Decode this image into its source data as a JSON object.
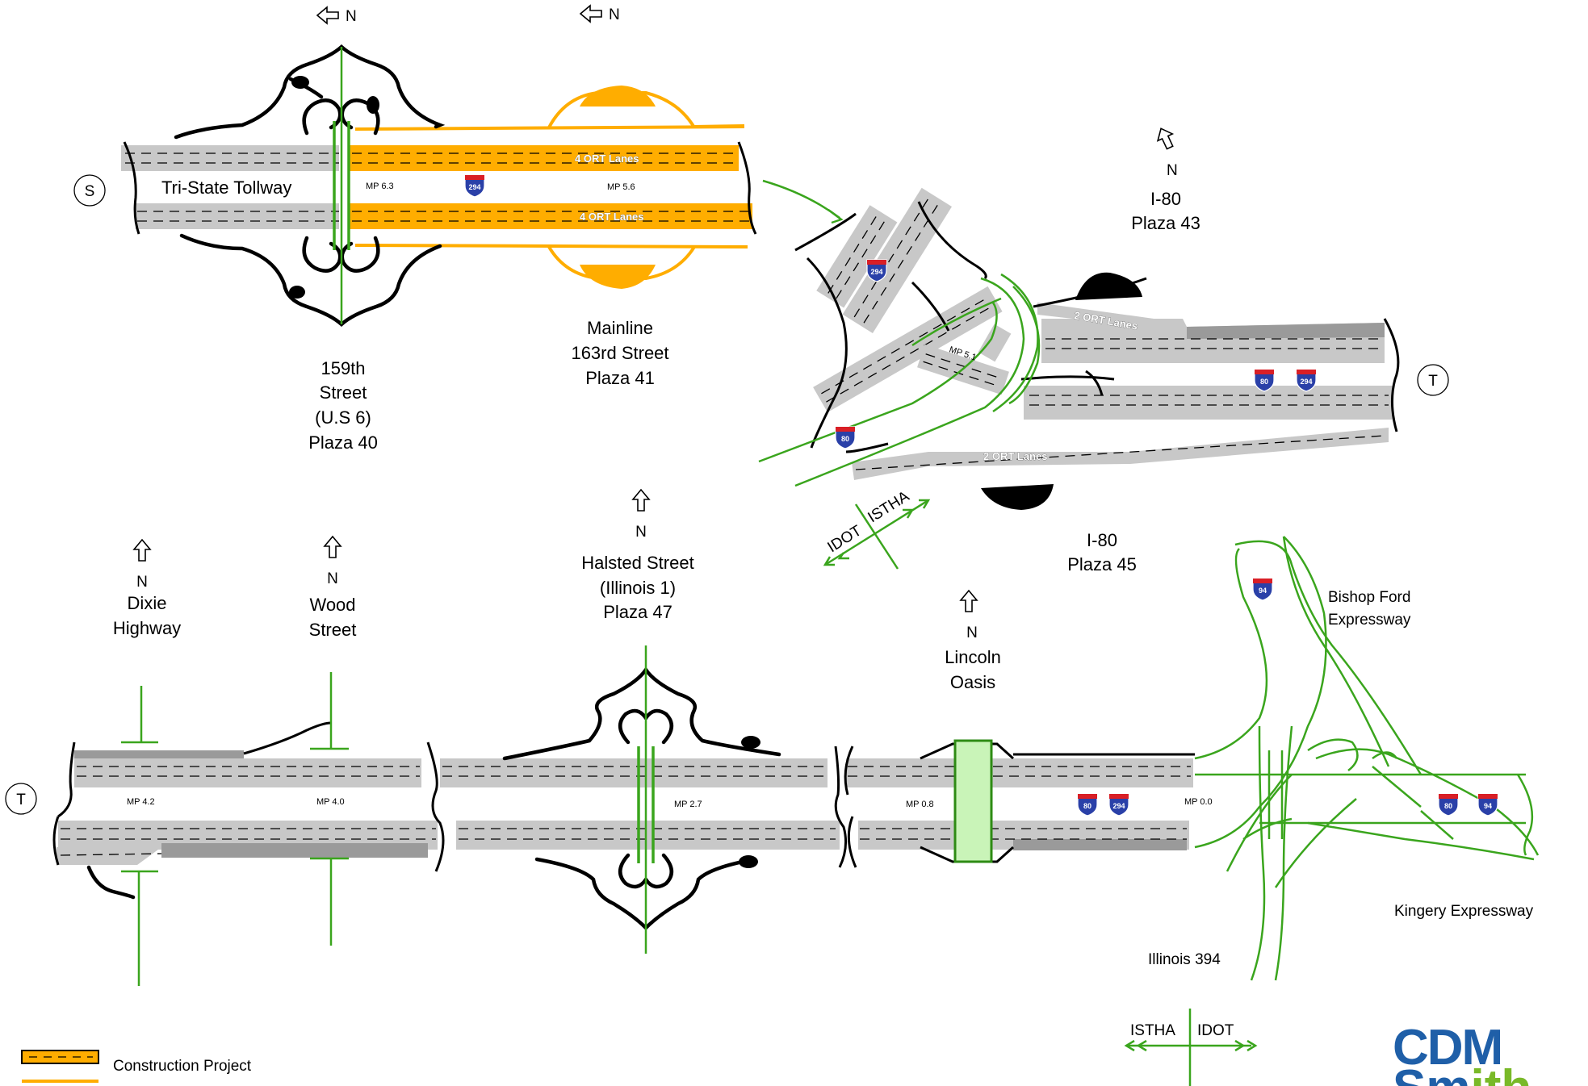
{
  "north_label": "N",
  "plazas": {
    "p40": [
      "159th",
      "Street",
      "(U.S 6)",
      "Plaza 40"
    ],
    "p41": [
      "Mainline",
      "163rd Street",
      "Plaza 41"
    ],
    "p43": [
      "I-80",
      "Plaza 43"
    ],
    "p45": [
      "I-80",
      "Plaza 45"
    ],
    "p47": [
      "Halsted Street",
      "(Illinois 1)",
      "Plaza 47"
    ],
    "dixie": [
      "Dixie",
      "Highway"
    ],
    "wood": [
      "Wood",
      "Street"
    ],
    "lincoln": [
      "Lincoln",
      "Oasis"
    ],
    "bishop": [
      "Bishop Ford",
      "Expressway"
    ],
    "kingery": "Kingery Expressway",
    "il394": "Illinois 394"
  },
  "road_labels": {
    "tristate": "Tri-State Tollway",
    "ort4": "4 ORT Lanes",
    "ort2": "2 ORT Lanes"
  },
  "mileposts": {
    "mp63": "MP 6.3",
    "mp56": "MP 5.6",
    "mp51": "MP 5.1",
    "mp42": "MP 4.2",
    "mp40": "MP 4.0",
    "mp27": "MP 2.7",
    "mp08": "MP 0.8",
    "mp00": "MP 0.0"
  },
  "circle_labels": {
    "s": "S",
    "t": "T"
  },
  "jurisdiction": {
    "idot": "IDOT",
    "istha": "ISTHA"
  },
  "shields": {
    "i294": "294",
    "i80": "80",
    "i94": "94"
  },
  "legend": {
    "construction": "Construction Project"
  },
  "logo": {
    "line1": "CDM",
    "line2a": "Sm",
    "line2b": "ith"
  },
  "colors": {
    "construction": "#ffad00",
    "jurisdiction_line": "#3aa51d",
    "road": "#c8c8c8",
    "logo_blue": "#1f5fa8",
    "logo_green": "#79b928"
  }
}
